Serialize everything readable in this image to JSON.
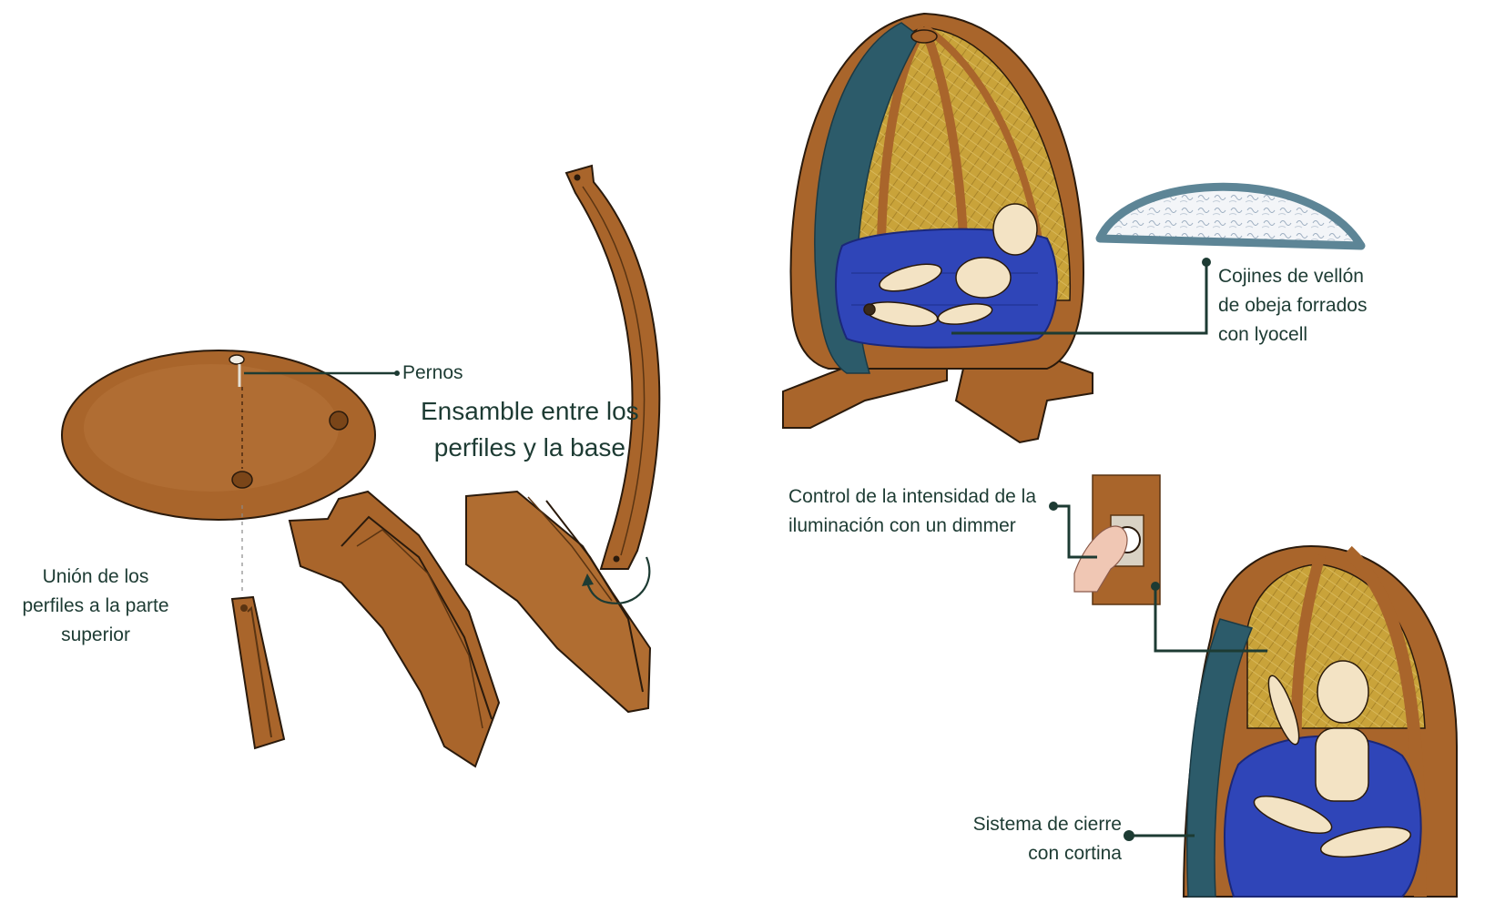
{
  "colors": {
    "wood": "#a8652a",
    "wood_dark": "#7a4518",
    "wood_light": "#c8843f",
    "rattan": "#c7a135",
    "cushion": "#2f45b8",
    "curtain": "#2c5b6a",
    "fleece_rim": "#5d8596",
    "line": "#1d3b33",
    "mannequin": "#f3e3c4"
  },
  "diagram": {
    "assembly": {
      "title_line1": "Ensamble entre los",
      "title_line2": "perfiles y la base"
    },
    "labels": {
      "pernos": "Pernos",
      "union_line1": "Unión de los",
      "union_line2": "perfiles a la parte",
      "union_line3": "superior",
      "cojines_line1": "Cojines de vellón",
      "cojines_line2": "de obeja forrados",
      "cojines_line3": "con lyocell",
      "control_line1": "Control de la intensidad de la",
      "control_line2": "iluminación con un dimmer",
      "cierre_line1": "Sistema de cierre",
      "cierre_line2": "con cortina"
    }
  }
}
